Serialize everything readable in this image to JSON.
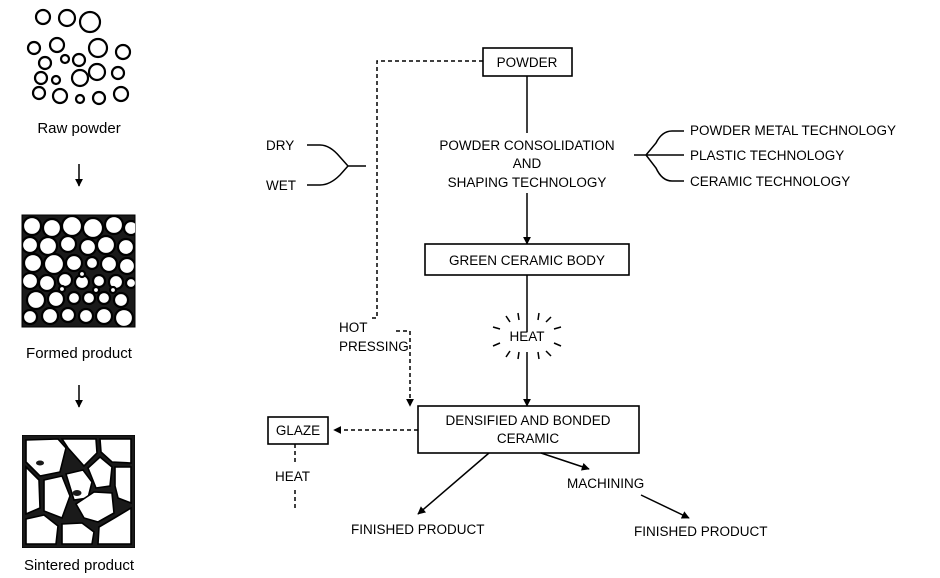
{
  "stages": {
    "raw_powder": "Raw powder",
    "formed_product": "Formed product",
    "sintered_product": "Sintered product"
  },
  "flow": {
    "powder": "POWDER",
    "consolidation": [
      "POWDER CONSOLIDATION",
      "AND",
      "SHAPING TECHNOLOGY"
    ],
    "green_body": "GREEN CERAMIC BODY",
    "heat": "HEAT",
    "densified": [
      "DENSIFIED AND BONDED",
      "CERAMIC"
    ],
    "machining": "MACHINING",
    "finished_left": "FINISHED PRODUCT",
    "finished_right": "FINISHED PRODUCT"
  },
  "methods": {
    "dry": "DRY",
    "wet": "WET",
    "hot_pressing": [
      "HOT",
      "PRESSING"
    ]
  },
  "technologies": [
    "POWDER METAL TECHNOLOGY",
    "PLASTIC TECHNOLOGY",
    "CERAMIC TECHNOLOGY"
  ],
  "glaze": {
    "label": "GLAZE",
    "heat": "HEAT"
  }
}
